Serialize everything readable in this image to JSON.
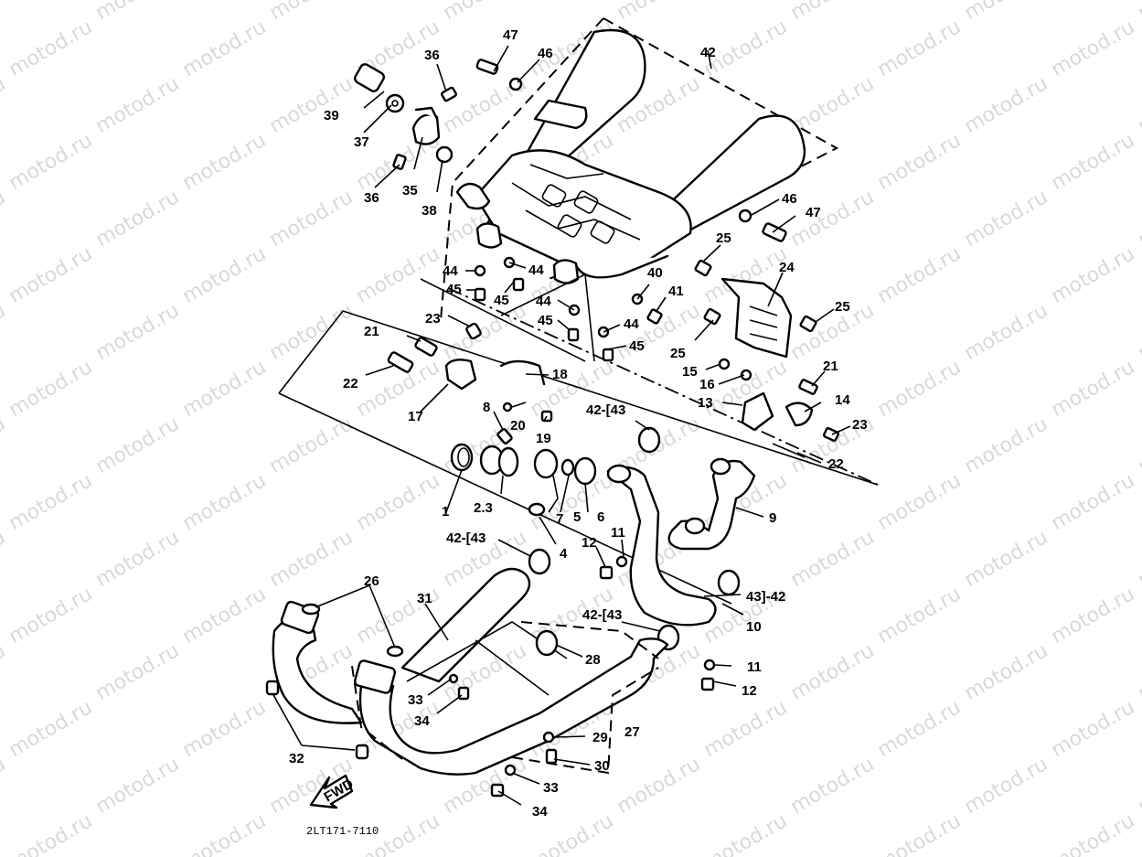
{
  "diagram": {
    "title": "Exhaust system exploded parts diagram",
    "watermark": "motod.ru",
    "drawing_code": "2LT171-7110",
    "direction_badge": "FWD",
    "callouts": [
      {
        "id": "c1",
        "text": "1"
      },
      {
        "id": "c2",
        "text": "2.3"
      },
      {
        "id": "c4",
        "text": "4"
      },
      {
        "id": "c5",
        "text": "5"
      },
      {
        "id": "c6",
        "text": "6"
      },
      {
        "id": "c7",
        "text": "7"
      },
      {
        "id": "c8",
        "text": "8"
      },
      {
        "id": "c9",
        "text": "9"
      },
      {
        "id": "c10",
        "text": "10"
      },
      {
        "id": "c11a",
        "text": "11"
      },
      {
        "id": "c11b",
        "text": "11"
      },
      {
        "id": "c12a",
        "text": "12"
      },
      {
        "id": "c12b",
        "text": "12"
      },
      {
        "id": "c13",
        "text": "13"
      },
      {
        "id": "c14",
        "text": "14"
      },
      {
        "id": "c15",
        "text": "15"
      },
      {
        "id": "c16",
        "text": "16"
      },
      {
        "id": "c17",
        "text": "17"
      },
      {
        "id": "c18",
        "text": "18"
      },
      {
        "id": "c19",
        "text": "19"
      },
      {
        "id": "c20",
        "text": "20"
      },
      {
        "id": "c21a",
        "text": "21"
      },
      {
        "id": "c21b",
        "text": "21"
      },
      {
        "id": "c22a",
        "text": "22"
      },
      {
        "id": "c22b",
        "text": "22"
      },
      {
        "id": "c23a",
        "text": "23"
      },
      {
        "id": "c23b",
        "text": "23"
      },
      {
        "id": "c24",
        "text": "24"
      },
      {
        "id": "c25a",
        "text": "25"
      },
      {
        "id": "c25b",
        "text": "25"
      },
      {
        "id": "c25c",
        "text": "25"
      },
      {
        "id": "c26",
        "text": "26"
      },
      {
        "id": "c27",
        "text": "27"
      },
      {
        "id": "c28",
        "text": "28"
      },
      {
        "id": "c29",
        "text": "29"
      },
      {
        "id": "c30",
        "text": "30"
      },
      {
        "id": "c31",
        "text": "31"
      },
      {
        "id": "c32",
        "text": "32"
      },
      {
        "id": "c33a",
        "text": "33"
      },
      {
        "id": "c33b",
        "text": "33"
      },
      {
        "id": "c34a",
        "text": "34"
      },
      {
        "id": "c34b",
        "text": "34"
      },
      {
        "id": "c35",
        "text": "35"
      },
      {
        "id": "c36a",
        "text": "36"
      },
      {
        "id": "c36b",
        "text": "36"
      },
      {
        "id": "c37",
        "text": "37"
      },
      {
        "id": "c38",
        "text": "38"
      },
      {
        "id": "c39",
        "text": "39"
      },
      {
        "id": "c40",
        "text": "40"
      },
      {
        "id": "c41",
        "text": "41"
      },
      {
        "id": "c42top",
        "text": "42"
      },
      {
        "id": "c4243a",
        "text": "42-[43"
      },
      {
        "id": "c4243b",
        "text": "42-[43"
      },
      {
        "id": "c4243c",
        "text": "42-[43"
      },
      {
        "id": "c4342",
        "text": "43]-42"
      },
      {
        "id": "c44a",
        "text": "44"
      },
      {
        "id": "c44b",
        "text": "44"
      },
      {
        "id": "c44c",
        "text": "44"
      },
      {
        "id": "c44d",
        "text": "44"
      },
      {
        "id": "c45a",
        "text": "45"
      },
      {
        "id": "c45b",
        "text": "45"
      },
      {
        "id": "c45c",
        "text": "45"
      },
      {
        "id": "c45d",
        "text": "45"
      },
      {
        "id": "c46a",
        "text": "46"
      },
      {
        "id": "c46b",
        "text": "46"
      },
      {
        "id": "c47a",
        "text": "47"
      },
      {
        "id": "c47b",
        "text": "47"
      }
    ]
  }
}
